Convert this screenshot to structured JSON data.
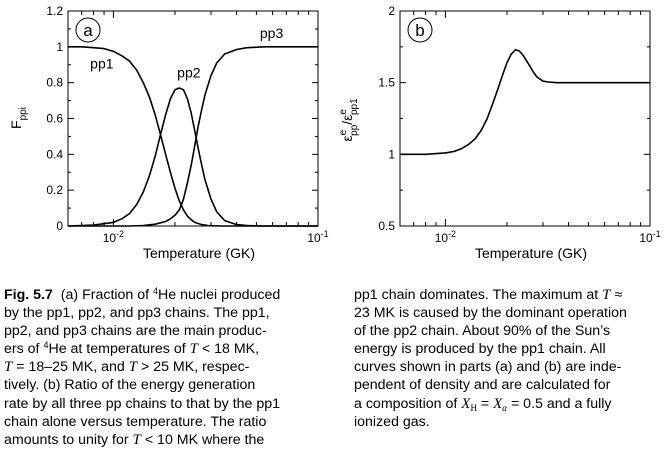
{
  "caption": {
    "fig_label": "Fig. 5.7",
    "l1": "(a) Fraction of ",
    "he_sup": "4",
    "l1b": "He nuclei produced",
    "l2": "by the pp1, pp2, and pp3 chains. The pp1,",
    "l3": "pp2, and pp3 chains are the main produc-",
    "l4a": "ers of ",
    "l4b": "He at temperatures of ",
    "l4T": "T",
    "l4c": " < 18 MK,",
    "l5T": "T",
    "l5a": " = 18–25 MK, and ",
    "l5T2": "T",
    "l5b": " > 25 MK, respec-",
    "l6": "tively. (b) Ratio of the energy generation",
    "l7": "rate by all three pp chains to that by the pp1",
    "l8": "chain alone versus temperature. The ratio",
    "l9a": "amounts to unity for ",
    "l9T": "T",
    "l9b": " < 10 MK where the",
    "r1a": "pp1 chain dominates. The maximum at ",
    "r1T": "T",
    "r1b": " ≈",
    "r2": "23 MK is caused by the dominant operation",
    "r3": "of the pp2 chain. About 90% of the Sun’s",
    "r4": "energy is produced by the pp1 chain. All",
    "r5": "curves shown in parts (a) and (b) are inde-",
    "r6": "pendent of density and are calculated for",
    "r7a": "a composition of ",
    "r7X": "X",
    "r7H": "H",
    "r7eq": " = ",
    "r7X2": "X",
    "r7alpha": "α",
    "r7b": " = 0.5 and a fully",
    "r8": "ionized gas."
  },
  "chart_data": [
    {
      "panel": "a",
      "type": "line",
      "xlabel": "Temperature (GK)",
      "ylabel_main": "F",
      "ylabel_sub": "ppi",
      "xscale": "log",
      "xlim": [
        0.006,
        0.1
      ],
      "ylim": [
        0,
        1.2
      ],
      "xticks_major": [
        {
          "value": 0.01,
          "base": "10",
          "exp": "-2"
        },
        {
          "value": 0.1,
          "base": "10",
          "exp": "-1"
        }
      ],
      "yticks": [
        "0",
        "0.2",
        "0.4",
        "0.6",
        "0.8",
        "1",
        "1.2"
      ],
      "grid": false,
      "series": [
        {
          "name": "pp1",
          "x": [
            0.006,
            0.007,
            0.008,
            0.009,
            0.01,
            0.011,
            0.012,
            0.013,
            0.014,
            0.015,
            0.016,
            0.017,
            0.018,
            0.019,
            0.02,
            0.021,
            0.022,
            0.023,
            0.024,
            0.025,
            0.027,
            0.029,
            0.031,
            0.034,
            0.038,
            0.045,
            0.055,
            0.07,
            0.1
          ],
          "y": [
            1.0,
            1.0,
            0.995,
            0.99,
            0.975,
            0.95,
            0.92,
            0.87,
            0.8,
            0.72,
            0.62,
            0.51,
            0.4,
            0.3,
            0.21,
            0.14,
            0.09,
            0.055,
            0.035,
            0.02,
            0.008,
            0.003,
            0.001,
            0,
            0,
            0,
            0,
            0,
            0
          ]
        },
        {
          "name": "pp2",
          "x": [
            0.006,
            0.008,
            0.01,
            0.011,
            0.012,
            0.013,
            0.014,
            0.015,
            0.016,
            0.017,
            0.018,
            0.019,
            0.02,
            0.021,
            0.022,
            0.023,
            0.024,
            0.025,
            0.026,
            0.027,
            0.028,
            0.03,
            0.032,
            0.035,
            0.04,
            0.045,
            0.055,
            0.07,
            0.1
          ],
          "y": [
            0,
            0.005,
            0.02,
            0.04,
            0.07,
            0.12,
            0.19,
            0.28,
            0.39,
            0.51,
            0.62,
            0.71,
            0.76,
            0.77,
            0.76,
            0.71,
            0.63,
            0.53,
            0.43,
            0.34,
            0.26,
            0.15,
            0.08,
            0.03,
            0.008,
            0.002,
            0,
            0,
            0
          ]
        },
        {
          "name": "pp3",
          "x": [
            0.006,
            0.012,
            0.014,
            0.016,
            0.018,
            0.019,
            0.02,
            0.021,
            0.022,
            0.023,
            0.024,
            0.025,
            0.026,
            0.027,
            0.028,
            0.03,
            0.032,
            0.035,
            0.04,
            0.045,
            0.055,
            0.07,
            0.1
          ],
          "y": [
            0,
            0,
            0.003,
            0.01,
            0.025,
            0.04,
            0.06,
            0.09,
            0.15,
            0.24,
            0.34,
            0.45,
            0.56,
            0.65,
            0.73,
            0.84,
            0.91,
            0.96,
            0.985,
            0.995,
            1.0,
            1.0,
            1.0
          ]
        }
      ],
      "labels": [
        {
          "text": "pp1",
          "x": 0.0077,
          "y": 0.88
        },
        {
          "text": "pp2",
          "x": 0.0205,
          "y": 0.83
        },
        {
          "text": "pp3",
          "x": 0.052,
          "y": 1.05
        }
      ],
      "tag": "a"
    },
    {
      "panel": "b",
      "type": "line",
      "xlabel": "Temperature (GK)",
      "ylabel_eps": "ε",
      "ylabel_e": "e",
      "ylabel_pp": "pp",
      "ylabel_slash": "/",
      "ylabel_pp1": "pp1",
      "xscale": "log",
      "xlim": [
        0.006,
        0.1
      ],
      "ylim": [
        0.5,
        2
      ],
      "xticks_major": [
        {
          "value": 0.01,
          "base": "10",
          "exp": "-2"
        },
        {
          "value": 0.1,
          "base": "10",
          "exp": "-1"
        }
      ],
      "yticks": [
        "0.5",
        "1",
        "1.5",
        "2"
      ],
      "grid": false,
      "series": [
        {
          "x": [
            0.006,
            0.008,
            0.01,
            0.011,
            0.012,
            0.013,
            0.014,
            0.015,
            0.016,
            0.017,
            0.018,
            0.019,
            0.02,
            0.021,
            0.022,
            0.023,
            0.024,
            0.025,
            0.026,
            0.027,
            0.028,
            0.03,
            0.032,
            0.035,
            0.04,
            0.05,
            0.07,
            0.1
          ],
          "y": [
            1.0,
            1.0,
            1.01,
            1.02,
            1.04,
            1.07,
            1.11,
            1.17,
            1.25,
            1.35,
            1.45,
            1.55,
            1.64,
            1.7,
            1.73,
            1.72,
            1.69,
            1.65,
            1.61,
            1.57,
            1.54,
            1.51,
            1.505,
            1.5,
            1.5,
            1.5,
            1.5,
            1.5
          ]
        }
      ],
      "tag": "b"
    }
  ]
}
